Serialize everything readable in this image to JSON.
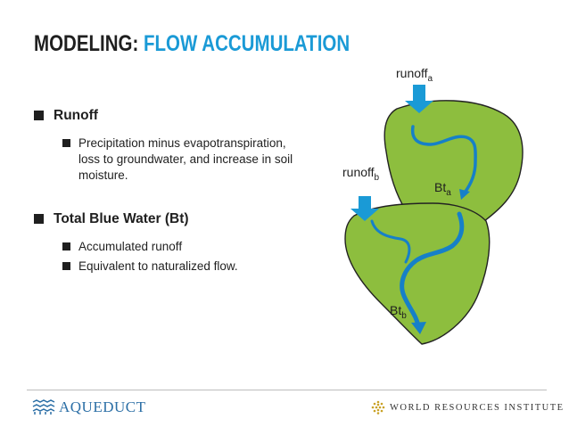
{
  "slide": {
    "title_prefix": "MODELING:",
    "title_highlight": "FLOW ACCUMULATION",
    "colors": {
      "title_highlight": "#1a9ad6",
      "basin_fill": "#8dbe3e",
      "river": "#1680c8",
      "arrow": "#1a9ad6"
    }
  },
  "bullets": [
    {
      "label": "Runoff",
      "sub": [
        "Precipitation minus evapotranspiration, loss to groundwater, and increase in soil moisture."
      ]
    },
    {
      "label": "Total Blue Water (Bt)",
      "sub": [
        "Accumulated runoff",
        "Equivalent to naturalized flow."
      ]
    }
  ],
  "diagram": {
    "labels": {
      "runoff_a_main": "runoff",
      "runoff_a_sub": "a",
      "runoff_b_main": "runoff",
      "runoff_b_sub": "b",
      "bt_a_main": "Bt",
      "bt_a_sub": "a",
      "bt_b_main": "Bt",
      "bt_b_sub": "b"
    },
    "icons": [
      "runoff-arrow-icon",
      "river-icon",
      "basin-shape"
    ]
  },
  "footer": {
    "left_logo_text": "AQUEDUCT",
    "right_logo_text": "WORLD RESOURCES INSTITUTE",
    "left_icon": "aqueduct-waves-icon",
    "right_icon": "wri-logo-icon"
  }
}
